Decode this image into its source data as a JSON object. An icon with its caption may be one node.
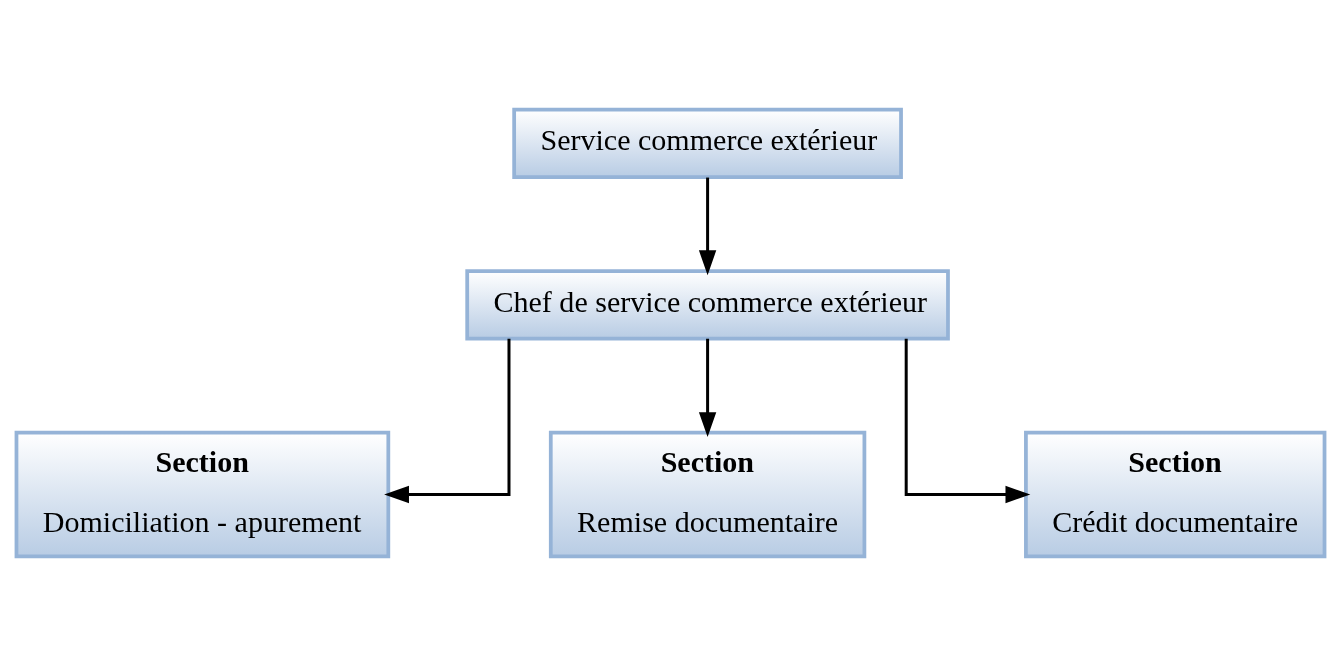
{
  "diagram": {
    "nodes": [
      {
        "text": [
          "Service commerce extérieur"
        ]
      },
      {
        "text": [
          "Chef de service commerce extérieur"
        ]
      },
      {
        "text": [
          "Section",
          "Domiciliation - apurement"
        ]
      },
      {
        "text": [
          "Section",
          "Remise documentaire"
        ]
      },
      {
        "text": [
          "Section",
          "Crédit documentaire"
        ]
      }
    ],
    "edges": [
      {
        "from": 0,
        "to": 1,
        "arrow": "to"
      },
      {
        "from": 1,
        "to": 2,
        "arrow": "to"
      },
      {
        "from": 1,
        "to": 3,
        "arrow": "to"
      },
      {
        "from": 1,
        "to": 4,
        "arrow": "to"
      }
    ]
  }
}
